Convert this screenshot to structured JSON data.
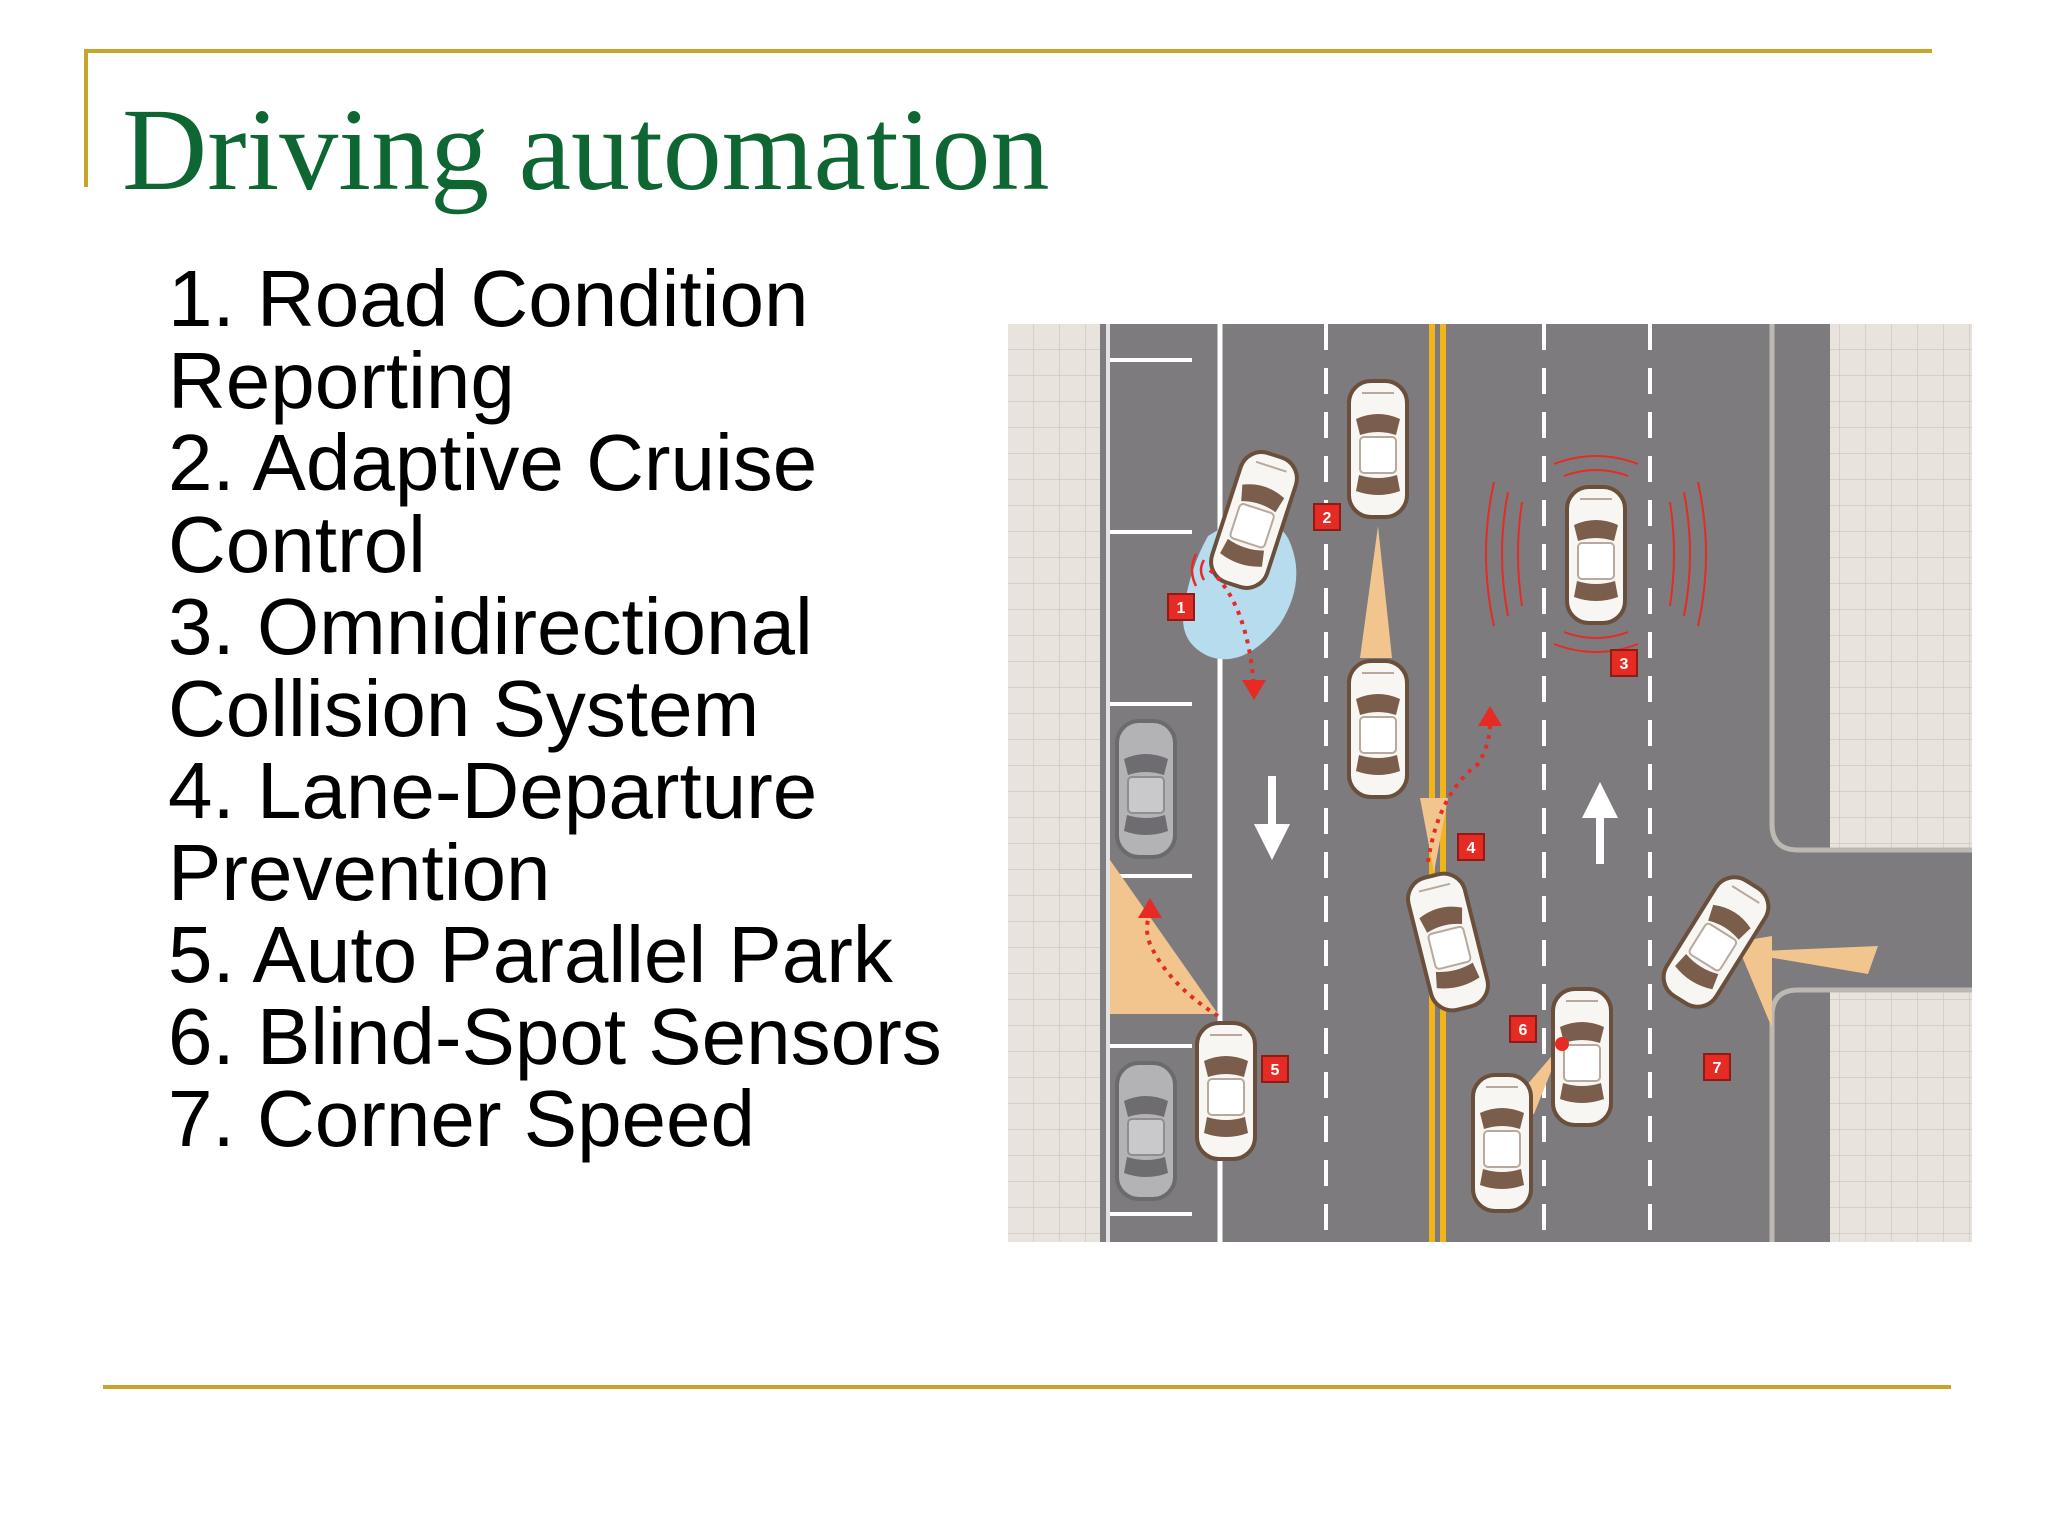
{
  "slide": {
    "title": "Driving automation",
    "features": [
      "1. Road Condition Reporting",
      "2. Adaptive Cruise Control",
      "3. Omnidirectional Collision System",
      "4. Lane-Departure Prevention",
      "5. Auto Parallel Park",
      "6. Blind-Spot Sensors",
      "7. Corner Speed"
    ]
  },
  "illustration": {
    "markers": [
      "1",
      "2",
      "3",
      "4",
      "5",
      "6",
      "7"
    ],
    "colors": {
      "road": "#7d7b7e",
      "sidewalk": "#e8e3dd",
      "center_line": "#f1b51c",
      "sensor_cone": "#f2c48e",
      "marker": "#e52b24",
      "puddle": "#b6dcee"
    }
  }
}
